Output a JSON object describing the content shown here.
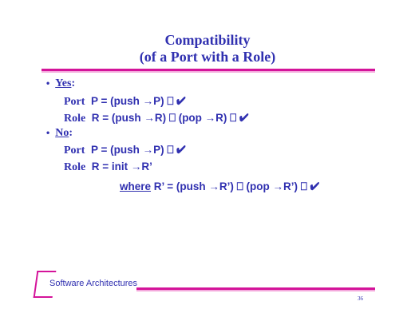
{
  "title": {
    "line1": "Compatibility",
    "line2": "(of a Port with a Role)"
  },
  "yes": {
    "label": "Yes",
    "colon": ":",
    "port_label": "Port",
    "port_expr": "P = (push →P) ⎕ ✔",
    "role_label": "Role",
    "role_expr": "R = (push →R) ⎕ (pop →R) ⎕ ✔"
  },
  "no": {
    "label": "No",
    "colon": ":",
    "port_label": "Port",
    "port_expr": "P = (push →P) ⎕ ✔",
    "role_label": "Role",
    "role_expr": "R = init →R’",
    "where_label": "where",
    "where_expr": " R’ = (push →R’) ⎕ (pop →R’) ⎕ ✔"
  },
  "footer": {
    "text": "Software Architectures",
    "page_number": "36"
  },
  "colors": {
    "text": "#3030b0",
    "accent": "#d4149a"
  }
}
